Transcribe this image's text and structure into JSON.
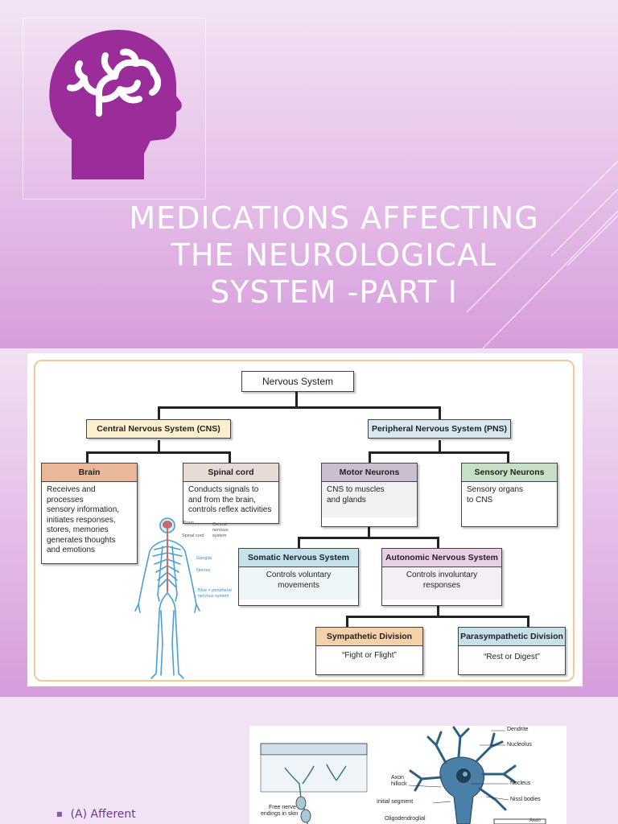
{
  "slide1": {
    "title_line1": "MEDICATIONS AFFECTING",
    "title_line2": "THE NEUROLOGICAL",
    "title_line3": "SYSTEM -PART I",
    "logo_icon": "brain-head-icon",
    "accent_color": "#9b2d9b"
  },
  "slide2": {
    "root": "Nervous System",
    "cns": "Central Nervous System (CNS)",
    "pns": "Peripheral Nervous System (PNS)",
    "brain": {
      "title": "Brain",
      "lines": [
        "Receives and processes",
        "sensory information,",
        "initiates responses,",
        "stores, memories",
        "generates thoughts",
        "and emotions"
      ]
    },
    "spinal": {
      "title": "Spinal cord",
      "lines": [
        "Conducts signals to",
        "and from the brain,",
        "controls reflex activities"
      ]
    },
    "motor": {
      "title": "Motor Neurons",
      "lines": [
        "CNS to muscles",
        "and glands"
      ]
    },
    "sensory": {
      "title": "Sensory Neurons",
      "lines": [
        "Sensory organs",
        "to CNS"
      ]
    },
    "somatic": {
      "title": "Somatic Nervous System",
      "lines": [
        "Controls voluntary",
        "movements"
      ]
    },
    "autonomic": {
      "title": "Autonomic Nervous System",
      "lines": [
        "Controls involuntary",
        "responses"
      ]
    },
    "sympathetic": {
      "title": "Sympathetic Division",
      "line": "“Fight or Flight”"
    },
    "parasympathetic": {
      "title": "Parasympathetic Division",
      "line": "“Rest or Digest”"
    },
    "body_labels": {
      "brain": "Brain",
      "spinal_cord": "Spinal cord",
      "cns_1": "Central",
      "cns_2": "nervous",
      "cns_3": "system",
      "ganglia": "Ganglia",
      "nerves": "Nerves",
      "pns_1": "Blue = peripheral",
      "pns_2": "nervous system"
    },
    "colors": {
      "cns": "#fbefcf",
      "pns": "#d6e7f2",
      "brain": "#e8b898",
      "spinal": "#e7dcd5",
      "motor": "#cbbfcf",
      "sensory": "#c7dfc5",
      "somatic": "#c5e2ea",
      "autonomic": "#e8cfe6",
      "sympathetic": "#f6d0a8",
      "parasympathetic": "#c7e0ea",
      "body_nerves": "#4a9fd4"
    }
  },
  "slide3": {
    "bullet": "(A) Afferent",
    "neuron_labels": {
      "dendrite": "Dendrite",
      "nucleolus": "Nucleolus",
      "axon_hillock_1": "Axon",
      "axon_hillock_2": "hillock",
      "nucleus": "Nucleus",
      "nissl": "Nissl bodies",
      "initial_segment": "Initial segment",
      "oligo": "Oligodendroglial",
      "free_nerve_1": "Free nerve",
      "free_nerve_2": "endings in skin",
      "axon": "Axon"
    }
  }
}
